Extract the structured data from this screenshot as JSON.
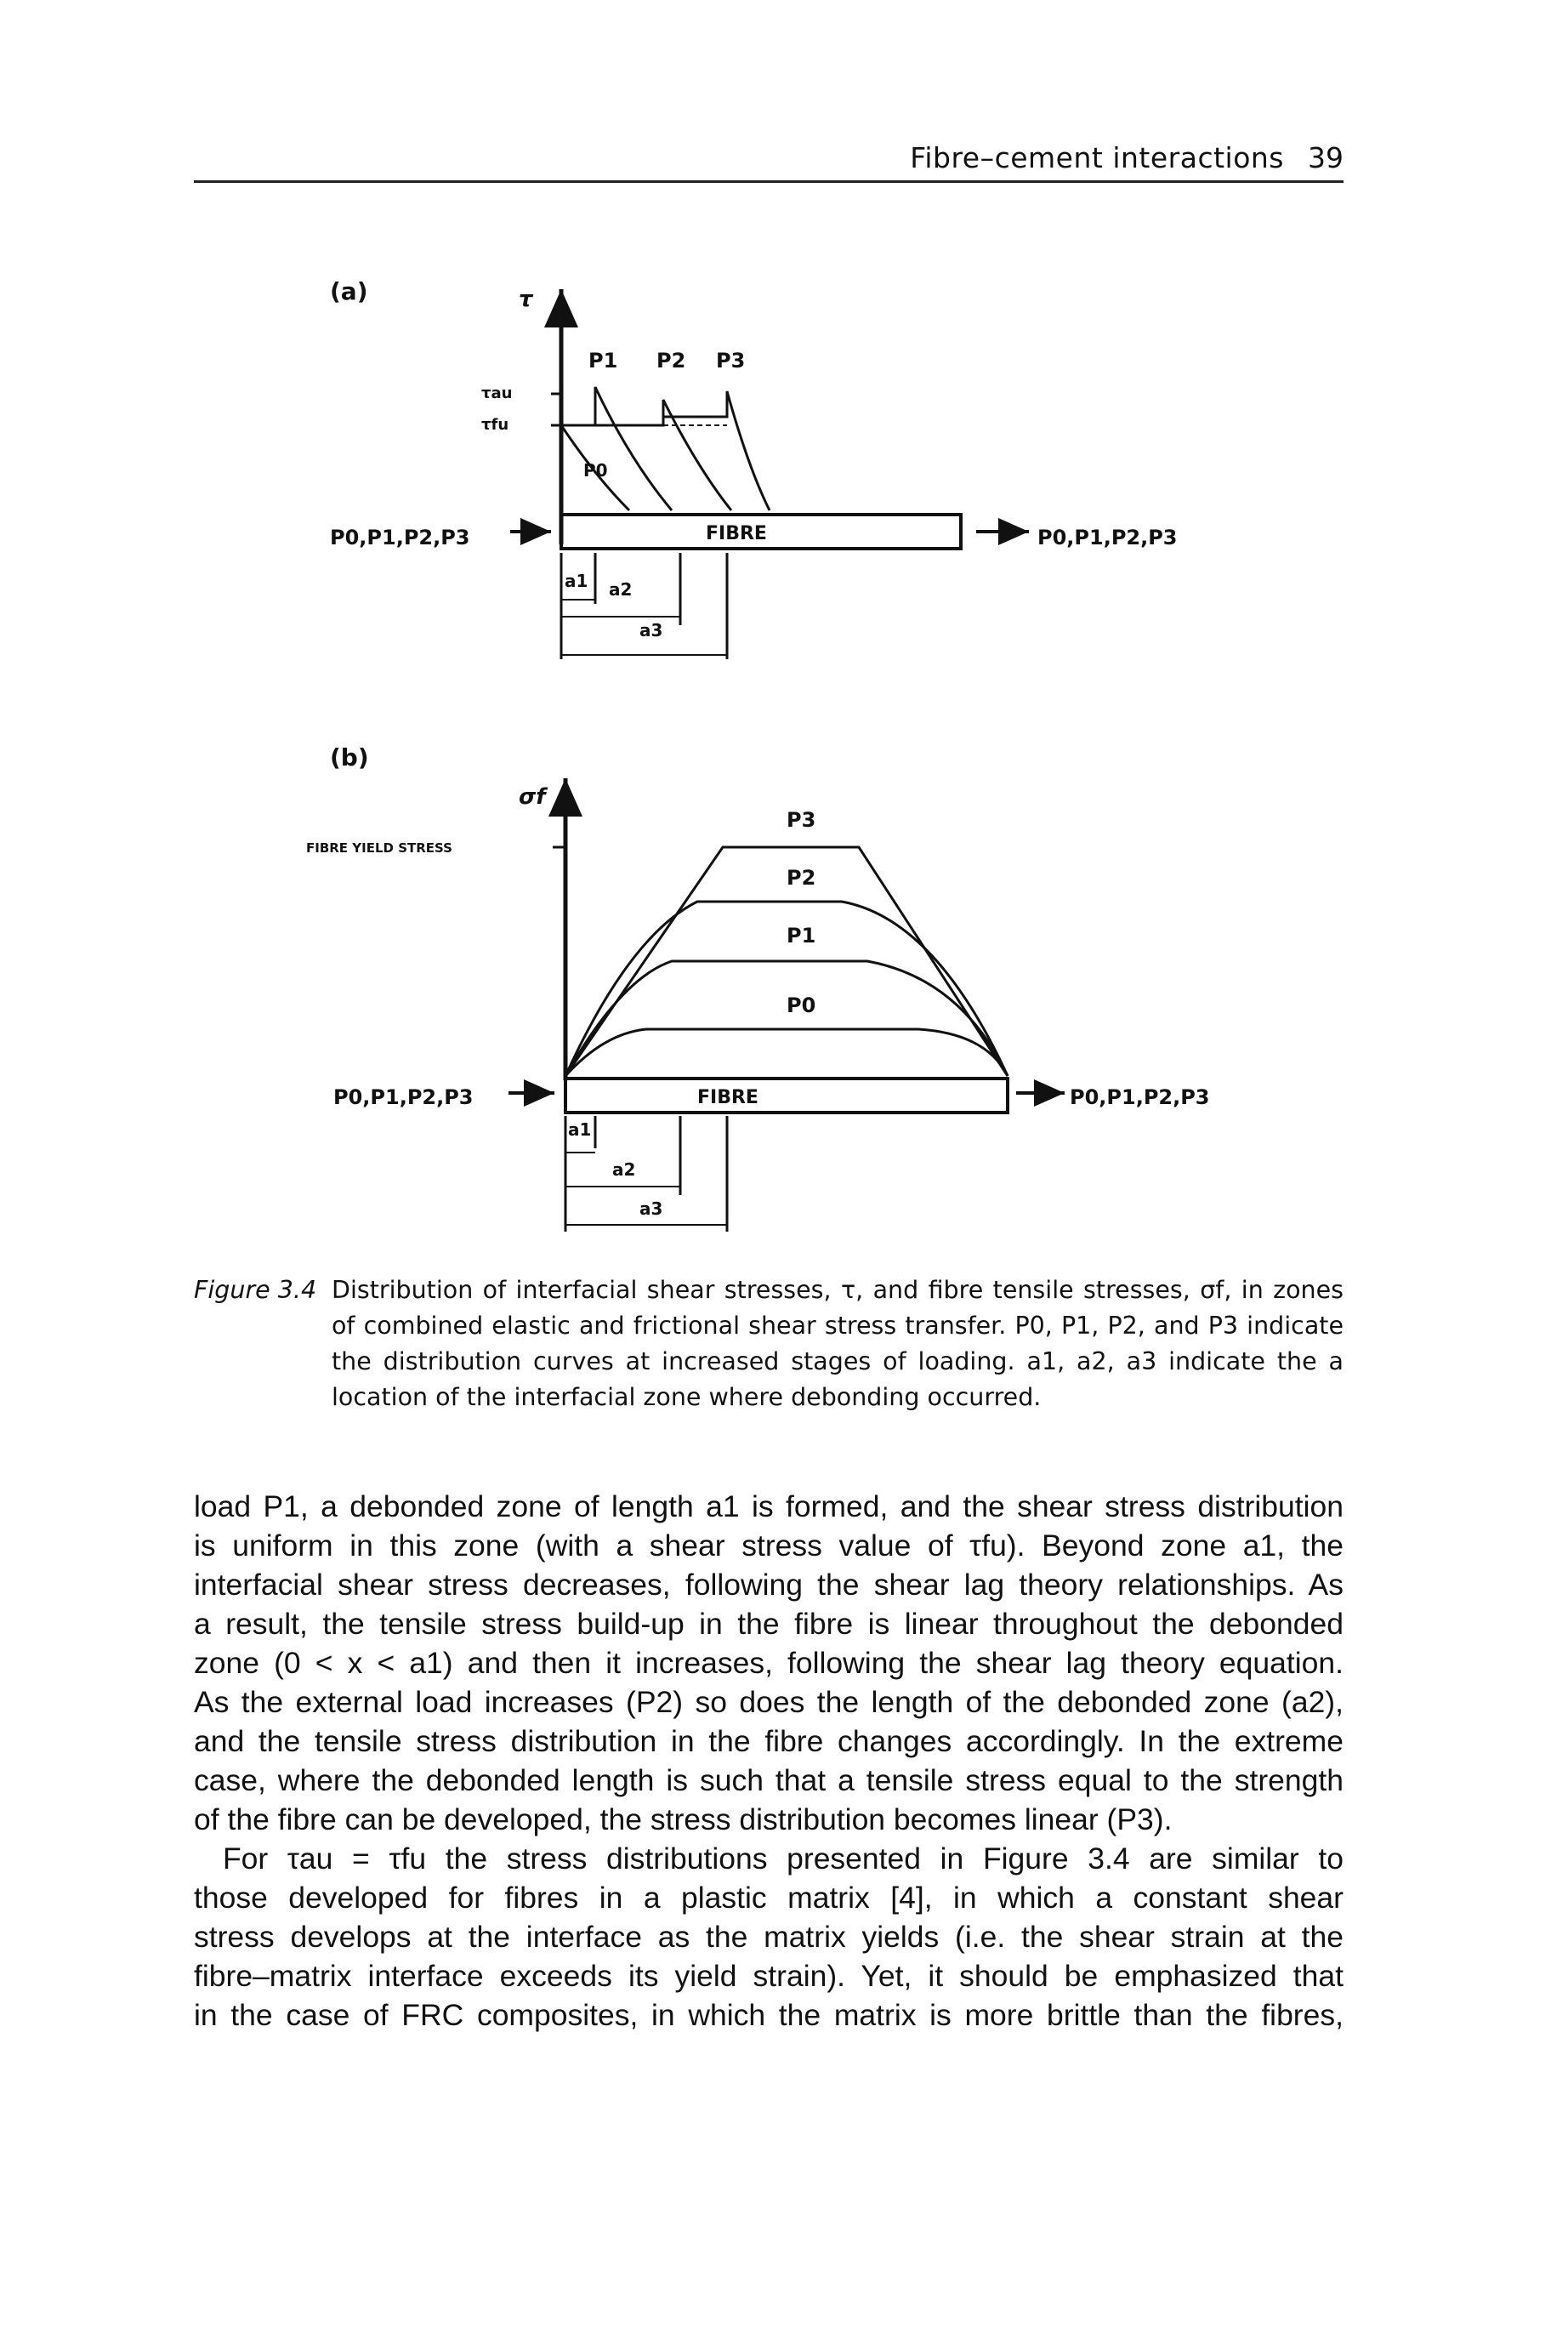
{
  "header": {
    "running_title": "Fibre–cement interactions",
    "page_number": "39"
  },
  "figure": {
    "panel_a": {
      "label": "(a)",
      "y_axis": "τ",
      "y_tick_1": "τau",
      "y_tick_2": "τfu",
      "curves": [
        "P1",
        "P2",
        "P3"
      ],
      "curve_0": "P0",
      "fibre_label": "FIBRE",
      "left_loads": "P0,P1,P2,P3",
      "right_loads": "P0,P1,P2,P3",
      "dim_a1": "a1",
      "dim_a2": "a2",
      "dim_a3": "a3"
    },
    "panel_b": {
      "label": "(b)",
      "y_axis": "σf",
      "y_tick": "FIBRE YIELD STRESS",
      "curves": [
        "P3",
        "P2",
        "P1",
        "P0"
      ],
      "fibre_label": "FIBRE",
      "left_loads": "P0,P1,P2,P3",
      "right_loads": "P0,P1,P2,P3",
      "dim_a1": "a1",
      "dim_a2": "a2",
      "dim_a3": "a3"
    }
  },
  "caption": {
    "label": "Figure 3.4",
    "lines": [
      "Distribution of interfacial shear stresses, τ, and fibre tensile stresses, σf, in zones",
      "of combined elastic and frictional shear stress transfer. P0, P1, P2, and P3 indicate",
      "the distribution curves at increased stages of loading. a1, a2, a3 indicate the a",
      "location of the interfacial zone where debonding occurred."
    ]
  },
  "body": {
    "paragraph1": [
      "load P1, a debonded zone of length a1 is formed, and the shear stress distribution",
      "is uniform in this zone (with a shear stress value of τfu). Beyond zone a1, the",
      "interfacial shear stress decreases, following the shear lag theory relationships. As",
      "a result, the tensile stress build-up in the fibre is linear throughout the debonded",
      "zone (0 < x < a1) and then it increases, following the shear lag theory equation.",
      "As the external load increases (P2) so does the length of the debonded zone (a2),",
      "and the tensile stress distribution in the fibre changes accordingly. In the extreme",
      "case, where the debonded length is such that a tensile stress equal to the strength",
      "of the fibre can be developed, the stress distribution becomes linear (P3)."
    ],
    "paragraph2": [
      "For τau = τfu the stress distributions presented in Figure 3.4 are similar to",
      "those developed for fibres in a plastic matrix [4], in which a constant shear",
      "stress develops at the interface as the matrix yields (i.e. the shear strain at the",
      "fibre–matrix interface exceeds its yield strain). Yet, it should be emphasized that",
      "in the case of FRC composites, in which the matrix is more brittle than the fibres,"
    ]
  }
}
